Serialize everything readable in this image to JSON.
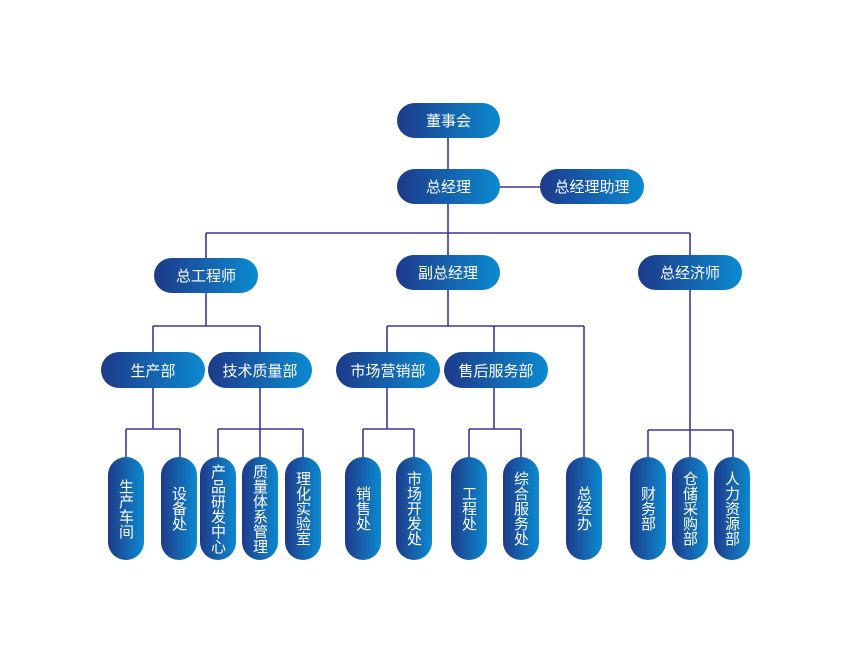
{
  "org_chart": {
    "board": "董事会",
    "general_manager": "总经理",
    "gm_assistant": "总经理助理",
    "chief_engineer": "总工程师",
    "deputy_gm": "副总经理",
    "chief_economist": "总经济师",
    "production_dept": "生产部",
    "tech_quality_dept": "技术质量部",
    "marketing_dept": "市场营销部",
    "after_sales_dept": "售后服务部",
    "production_workshop": "生产车间",
    "equipment_office": "设备处",
    "product_rd_center": "产品研发中心",
    "quality_system_mgmt": "质量体系管理",
    "physchem_lab": "理化实验室",
    "sales_office": "销售处",
    "market_dev_office": "市场开发处",
    "engineering_office": "工程处",
    "general_service_office": "综合服务处",
    "gm_office": "总经办",
    "finance_dept": "财务部",
    "warehouse_purchasing": "仓储采购部",
    "hr_dept": "人力资源部"
  },
  "colors": {
    "connector": "#3a3896",
    "node_start": "#1d3a8a",
    "node_end": "#0a8ad0"
  }
}
